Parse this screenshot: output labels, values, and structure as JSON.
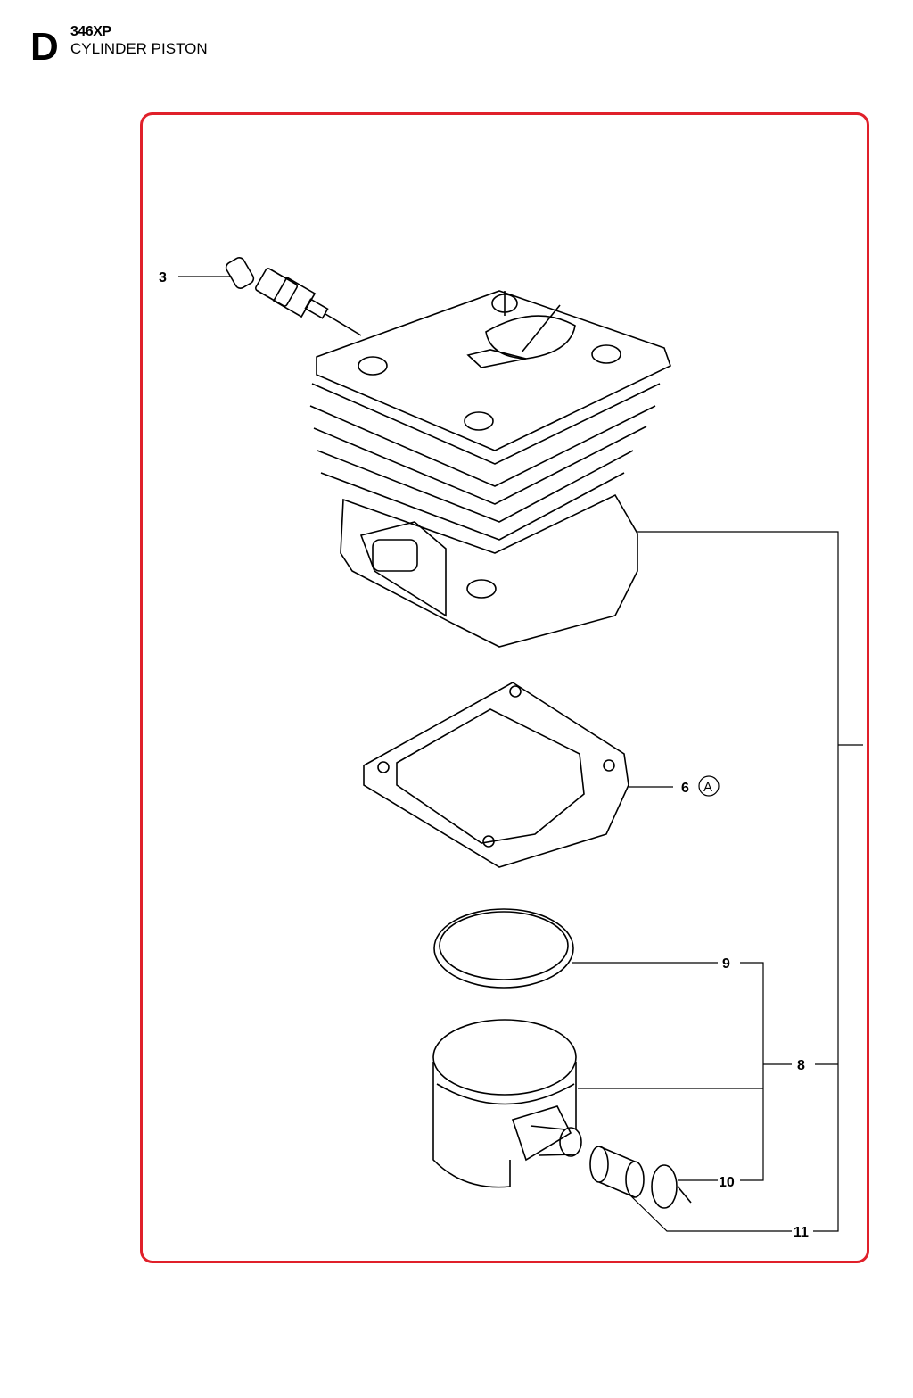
{
  "header": {
    "section": "D",
    "model": "346XP",
    "title": "CYLINDER PISTON"
  },
  "frame_color": "#e0202a",
  "callouts": [
    {
      "number": "3"
    },
    {
      "number": "6",
      "note": "A"
    },
    {
      "number": "9"
    },
    {
      "number": "8"
    },
    {
      "number": "10"
    },
    {
      "number": "11"
    }
  ]
}
